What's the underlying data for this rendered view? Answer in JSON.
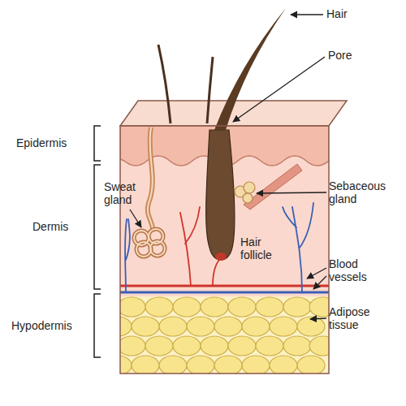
{
  "diagram": {
    "labels": [
      "Hair",
      "Pore",
      "Epidermis",
      "Dermis",
      "Hypodermis",
      "Sweat gland",
      "Sebaceous gland",
      "Hair follicle",
      "Blood vessels",
      "Adipose tissue"
    ]
  }
}
